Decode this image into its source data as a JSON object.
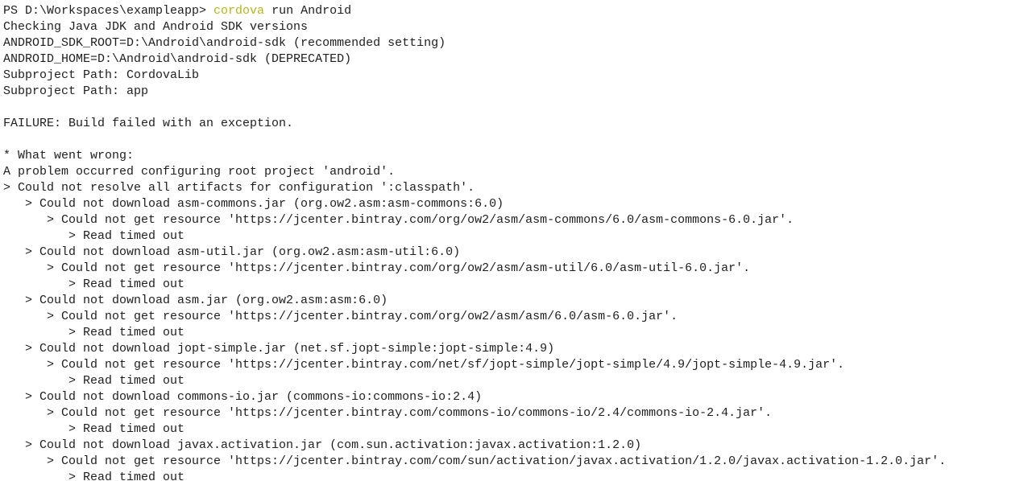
{
  "terminal": {
    "prompt": {
      "path": "PS D:\\Workspaces\\exampleapp> ",
      "command": "cordova",
      "args": " run Android"
    },
    "colors": {
      "command": "#b5b51c",
      "text": "#1e1e1e",
      "background": "#ffffff"
    },
    "lines": [
      "                                ,",
      "Checking Java JDK and Android SDK versions",
      "ANDROID_SDK_ROOT=D:\\Android\\android-sdk (recommended setting)",
      "ANDROID_HOME=D:\\Android\\android-sdk (DEPRECATED)",
      "Subproject Path: CordovaLib",
      "Subproject Path: app",
      "",
      "FAILURE: Build failed with an exception.",
      "",
      "* What went wrong:",
      "A problem occurred configuring root project 'android'.",
      "> Could not resolve all artifacts for configuration ':classpath'.",
      "   > Could not download asm-commons.jar (org.ow2.asm:asm-commons:6.0)",
      "      > Could not get resource 'https://jcenter.bintray.com/org/ow2/asm/asm-commons/6.0/asm-commons-6.0.jar'.",
      "         > Read timed out",
      "   > Could not download asm-util.jar (org.ow2.asm:asm-util:6.0)",
      "      > Could not get resource 'https://jcenter.bintray.com/org/ow2/asm/asm-util/6.0/asm-util-6.0.jar'.",
      "         > Read timed out",
      "   > Could not download asm.jar (org.ow2.asm:asm:6.0)",
      "      > Could not get resource 'https://jcenter.bintray.com/org/ow2/asm/asm/6.0/asm-6.0.jar'.",
      "         > Read timed out",
      "   > Could not download jopt-simple.jar (net.sf.jopt-simple:jopt-simple:4.9)",
      "      > Could not get resource 'https://jcenter.bintray.com/net/sf/jopt-simple/jopt-simple/4.9/jopt-simple-4.9.jar'.",
      "         > Read timed out",
      "   > Could not download commons-io.jar (commons-io:commons-io:2.4)",
      "      > Could not get resource 'https://jcenter.bintray.com/commons-io/commons-io/2.4/commons-io-2.4.jar'.",
      "         > Read timed out",
      "   > Could not download javax.activation.jar (com.sun.activation:javax.activation:1.2.0)",
      "      > Could not get resource 'https://jcenter.bintray.com/com/sun/activation/javax.activation/1.2.0/javax.activation-1.2.0.jar'.",
      "         > Read timed out"
    ]
  }
}
